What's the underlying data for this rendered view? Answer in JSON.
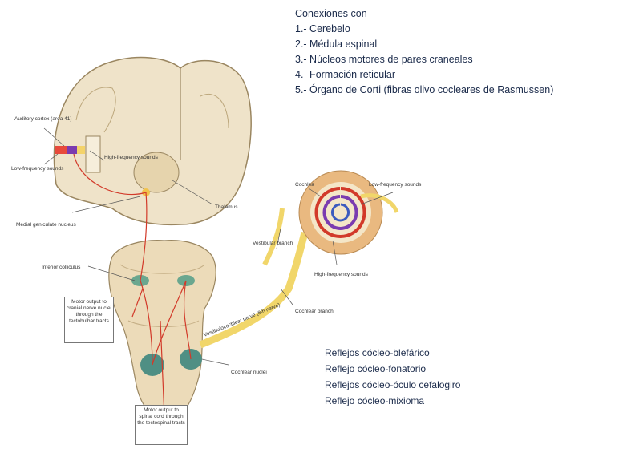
{
  "connections": {
    "title": "Conexiones con",
    "items": [
      "1.- Cerebelo",
      "2.- Médula espinal",
      "3.- Núcleos motores de pares craneales",
      "4.- Formación reticular",
      "5.- Órgano de Corti (fibras olivo cocleares de Rasmussen)"
    ]
  },
  "reflexes": [
    "Reflejos cócleo-blefárico",
    "Reflejo cócleo-fonatorio",
    "Reflejos cócleo-óculo cefalogiro",
    "Reflejo cócleo-mixioma"
  ],
  "labels": {
    "auditory_cortex": "Auditory cortex (area 41)",
    "low_freq": "Low-frequency sounds",
    "high_freq": "High-frequency sounds",
    "thalamus": "Thalamus",
    "medial_geniculate": "Medial geniculate nucleus",
    "inferior_colliculus": "Inferior colliculus",
    "motor_output_cranial": "Motor output to cranial nerve nuclei through the tectobulbar tracts",
    "motor_output_spinal": "Motor output to spinal cord through the tectospinal tracts",
    "cochlear_nuclei": "Cochlear nuclei",
    "cochlea": "Cochlea",
    "cochlea_low_freq": "Low-frequency sounds",
    "cochlea_high_freq": "High-frequency sounds",
    "vestibular_branch": "Vestibular branch",
    "cochlear_branch": "Cochlear branch",
    "vestibulocochlear_nerve": "Vestibulocochlear nerve (8th nerve)"
  },
  "colors": {
    "brain_fill": "#efe3c9",
    "brain_stroke": "#9a8660",
    "pathway": "#d23a2a",
    "nerve": "#f1d66a",
    "cochlea_outer": "#e8b97a",
    "nuclei": "#5a9a86",
    "text": "#1a2a4a"
  }
}
